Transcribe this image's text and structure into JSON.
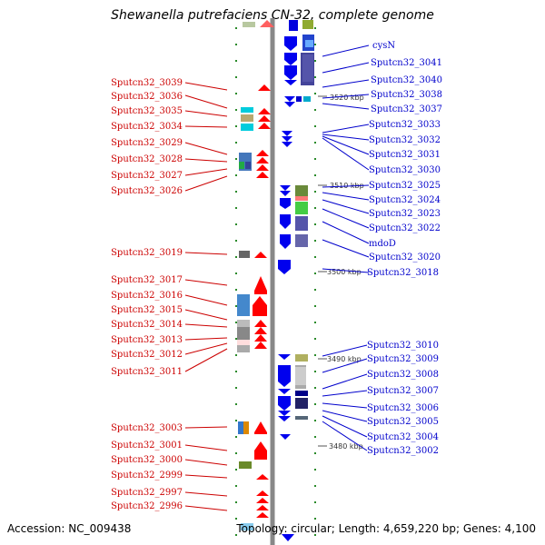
{
  "title": "Shewanella putrefaciens CN-32, complete genome",
  "footer": {
    "accession": "Accession: NC_009438",
    "topology": "Topology: circular; Length: 4,659,220 bp; Genes: 4,100"
  },
  "scale": {
    "ticks": [
      "3520 kbp",
      "3510 kbp",
      "3500 kbp",
      "3490 kbp",
      "3480 kbp"
    ]
  },
  "left_genes": [
    "Sputcn32_3039",
    "Sputcn32_3036",
    "Sputcn32_3035",
    "Sputcn32_3034",
    "Sputcn32_3029",
    "Sputcn32_3028",
    "Sputcn32_3027",
    "Sputcn32_3026",
    "Sputcn32_3019",
    "Sputcn32_3017",
    "Sputcn32_3016",
    "Sputcn32_3015",
    "Sputcn32_3014",
    "Sputcn32_3013",
    "Sputcn32_3012",
    "Sputcn32_3011",
    "Sputcn32_3003",
    "Sputcn32_3001",
    "Sputcn32_3000",
    "Sputcn32_2999",
    "Sputcn32_2997",
    "Sputcn32_2996"
  ],
  "right_genes": [
    "cysN",
    "Sputcn32_3041",
    "Sputcn32_3040",
    "Sputcn32_3038",
    "Sputcn32_3037",
    "Sputcn32_3033",
    "Sputcn32_3032",
    "Sputcn32_3031",
    "Sputcn32_3030",
    "Sputcn32_3025",
    "Sputcn32_3024",
    "Sputcn32_3023",
    "Sputcn32_3022",
    "mdoD",
    "Sputcn32_3020",
    "Sputcn32_3018",
    "Sputcn32_3010",
    "Sputcn32_3009",
    "Sputcn32_3008",
    "Sputcn32_3007",
    "Sputcn32_3006",
    "Sputcn32_3005",
    "Sputcn32_3004",
    "Sputcn32_3002"
  ],
  "colors": {
    "forward": "#ff0000",
    "reverse": "#0000ff",
    "axis": "#888888",
    "tick": "#228b22"
  }
}
